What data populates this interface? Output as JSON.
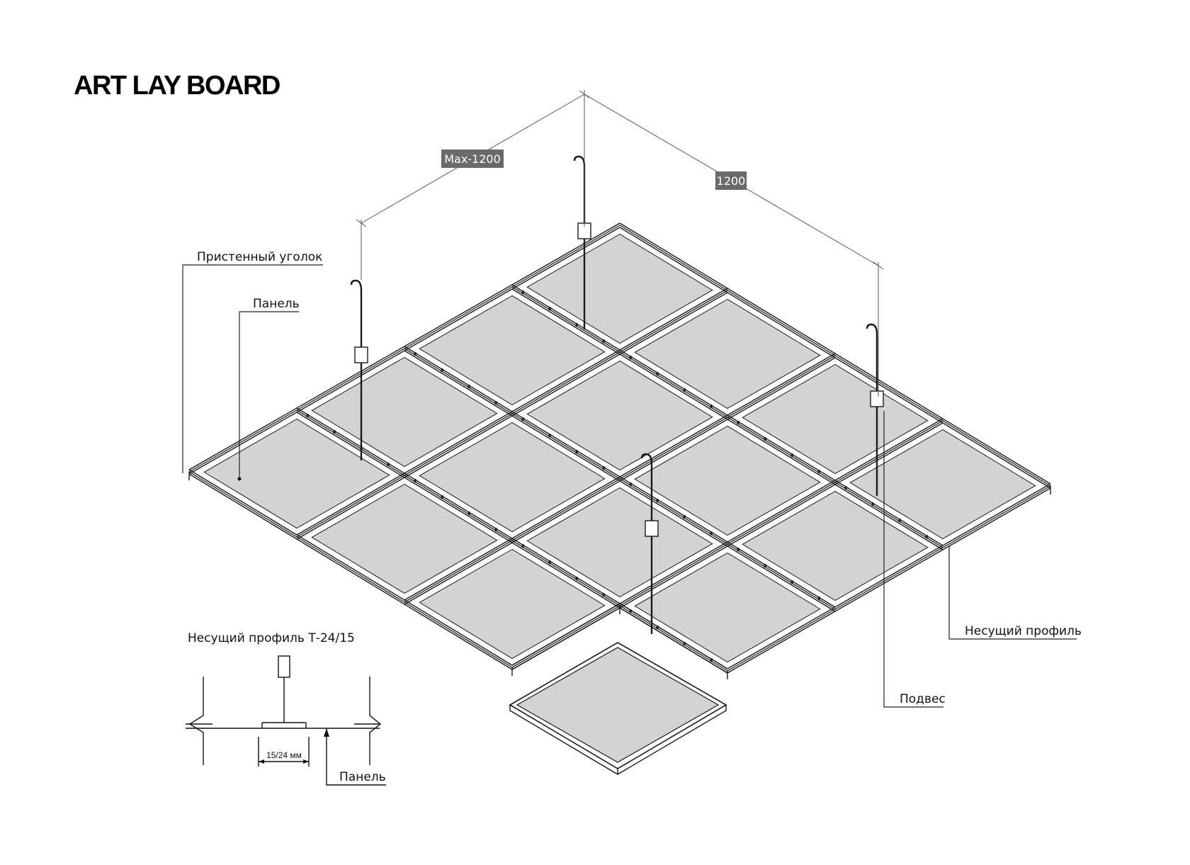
{
  "title": "ART LAY BOARD",
  "dimensions": {
    "max_spacing": "Max-1200",
    "spacing": "1200"
  },
  "callouts": {
    "wall_angle": "Пристенный уголок",
    "panel_top": "Панель",
    "carrier_profile_right": "Несущий профиль",
    "hanger": "Подвес"
  },
  "section_detail": {
    "title": "Несущий профиль Т-24/15",
    "width_label": "15/24 мм",
    "panel_label": "Панель"
  },
  "colors": {
    "panel_fill": "#d3d3d3",
    "line": "#1a1a1a",
    "dim_box": "#6a6a6a"
  }
}
